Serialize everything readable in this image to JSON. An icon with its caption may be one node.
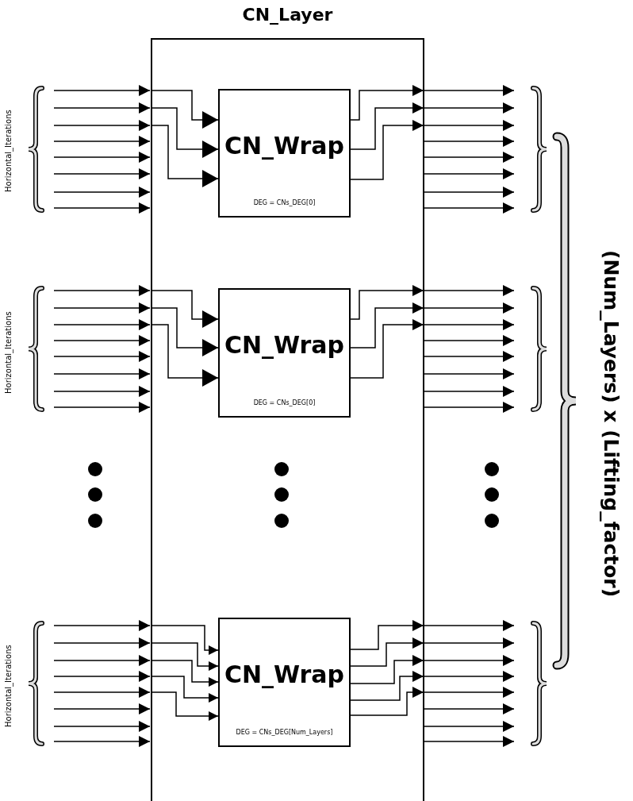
{
  "diagram": {
    "nodes": [
      {
        "text": [
          "CN_Layer"
        ]
      },
      {
        "text": [
          "CN_Wrap",
          "DEG = CNs_DEG[0]"
        ],
        "in": 0
      },
      {
        "text": [
          "CN_Wrap",
          "DEG = CNs_DEG[0]"
        ],
        "in": 0
      },
      {
        "text": [
          "CN_Wrap",
          "DEG = CNs_DEG[Num_Layers]"
        ],
        "in": 0
      }
    ],
    "edges": [
      {
        "from": null,
        "to": 0,
        "arrow": "to"
      },
      {
        "from": null,
        "to": 0,
        "arrow": "to"
      },
      {
        "from": null,
        "to": 0,
        "arrow": "to"
      },
      {
        "from": null,
        "to": 0,
        "arrow": "to"
      },
      {
        "from": null,
        "to": 0,
        "arrow": "to"
      },
      {
        "from": null,
        "to": 0,
        "arrow": "to"
      },
      {
        "from": null,
        "to": 0,
        "arrow": "to"
      },
      {
        "from": null,
        "to": 0,
        "arrow": "to"
      },
      {
        "from": 0,
        "to": 1,
        "arrow": "to"
      },
      {
        "from": 0,
        "to": 1,
        "arrow": "to"
      },
      {
        "from": 0,
        "to": 1,
        "arrow": "to"
      },
      {
        "from": 1,
        "to": 0,
        "arrow": "to"
      },
      {
        "from": 1,
        "to": 0,
        "arrow": "to"
      },
      {
        "from": 1,
        "to": 0,
        "arrow": "to"
      },
      {
        "from": 0,
        "to": null,
        "arrow": "to"
      },
      {
        "from": 0,
        "to": null,
        "arrow": "to"
      },
      {
        "from": 0,
        "to": null,
        "arrow": "to"
      },
      {
        "from": 0,
        "to": null,
        "arrow": "to"
      },
      {
        "from": 0,
        "to": null,
        "arrow": "to"
      },
      {
        "from": 0,
        "to": null,
        "arrow": "to"
      },
      {
        "from": 0,
        "to": null,
        "arrow": "to"
      },
      {
        "from": 0,
        "to": null,
        "arrow": "to"
      },
      {
        "from": null,
        "to": 0,
        "arrow": "to"
      },
      {
        "from": null,
        "to": 0,
        "arrow": "to"
      },
      {
        "from": null,
        "to": 0,
        "arrow": "to"
      },
      {
        "from": null,
        "to": 0,
        "arrow": "to"
      },
      {
        "from": null,
        "to": 0,
        "arrow": "to"
      },
      {
        "from": null,
        "to": 0,
        "arrow": "to"
      },
      {
        "from": null,
        "to": 0,
        "arrow": "to"
      },
      {
        "from": null,
        "to": 0,
        "arrow": "to"
      },
      {
        "from": 0,
        "to": 2,
        "arrow": "to"
      },
      {
        "from": 0,
        "to": 2,
        "arrow": "to"
      },
      {
        "from": 0,
        "to": 2,
        "arrow": "to"
      },
      {
        "from": 2,
        "to": 0,
        "arrow": "to"
      },
      {
        "from": 2,
        "to": 0,
        "arrow": "to"
      },
      {
        "from": 2,
        "to": 0,
        "arrow": "to"
      },
      {
        "from": 0,
        "to": null,
        "arrow": "to"
      },
      {
        "from": 0,
        "to": null,
        "arrow": "to"
      },
      {
        "from": 0,
        "to": null,
        "arrow": "to"
      },
      {
        "from": 0,
        "to": null,
        "arrow": "to"
      },
      {
        "from": 0,
        "to": null,
        "arrow": "to"
      },
      {
        "from": 0,
        "to": null,
        "arrow": "to"
      },
      {
        "from": 0,
        "to": null,
        "arrow": "to"
      },
      {
        "from": 0,
        "to": null,
        "arrow": "to"
      },
      {
        "from": null,
        "to": 0,
        "arrow": "to"
      },
      {
        "from": null,
        "to": 0,
        "arrow": "to"
      },
      {
        "from": null,
        "to": 0,
        "arrow": "to"
      },
      {
        "from": null,
        "to": 0,
        "arrow": "to"
      },
      {
        "from": null,
        "to": 0,
        "arrow": "to"
      },
      {
        "from": null,
        "to": 0,
        "arrow": "to"
      },
      {
        "from": null,
        "to": 0,
        "arrow": "to"
      },
      {
        "from": null,
        "to": 0,
        "arrow": "to"
      },
      {
        "from": 0,
        "to": 3,
        "arrow": "to"
      },
      {
        "from": 0,
        "to": 3,
        "arrow": "to"
      },
      {
        "from": 0,
        "to": 3,
        "arrow": "to"
      },
      {
        "from": 0,
        "to": 3,
        "arrow": "to"
      },
      {
        "from": 0,
        "to": 3,
        "arrow": "to"
      },
      {
        "from": 3,
        "to": 0,
        "arrow": "to"
      },
      {
        "from": 3,
        "to": 0,
        "arrow": "to"
      },
      {
        "from": 3,
        "to": 0,
        "arrow": "to"
      },
      {
        "from": 3,
        "to": 0,
        "arrow": "to"
      },
      {
        "from": 3,
        "to": 0,
        "arrow": "to"
      },
      {
        "from": 0,
        "to": null,
        "arrow": "to"
      },
      {
        "from": 0,
        "to": null,
        "arrow": "to"
      },
      {
        "from": 0,
        "to": null,
        "arrow": "to"
      },
      {
        "from": 0,
        "to": null,
        "arrow": "to"
      },
      {
        "from": 0,
        "to": null,
        "arrow": "to"
      },
      {
        "from": 0,
        "to": null,
        "arrow": "to"
      },
      {
        "from": 0,
        "to": null,
        "arrow": "to"
      },
      {
        "from": 0,
        "to": null,
        "arrow": "to"
      }
    ],
    "labels": [
      "Horizontal_Iterations",
      "Horizontal_Iterations",
      "Horizontal_Iterations",
      "(Num_Layers) x (Lifting_factor)"
    ]
  }
}
